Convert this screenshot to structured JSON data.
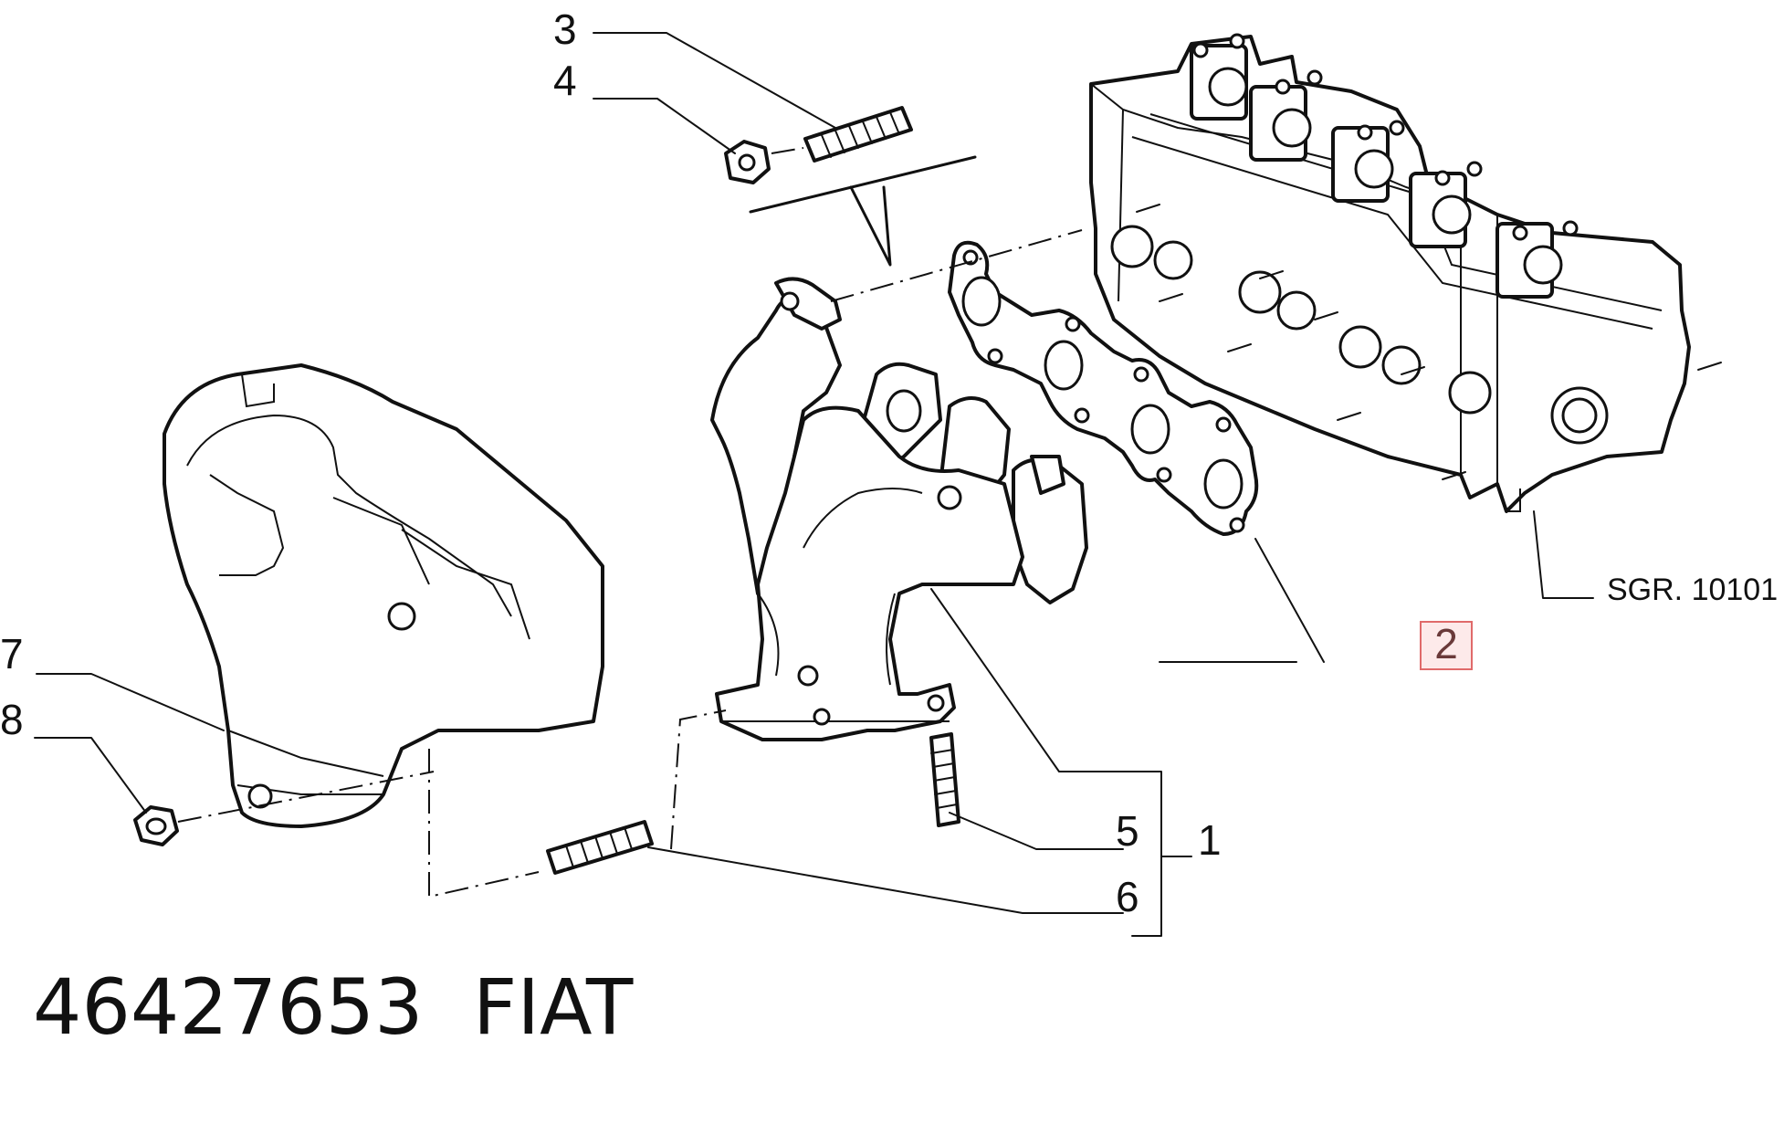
{
  "callouts": {
    "c1": "1",
    "c2": "2",
    "c3": "3",
    "c4": "4",
    "c5": "5",
    "c6": "6",
    "c7": "7",
    "c8": "8"
  },
  "reference": "SGR. 10101",
  "footer": {
    "part_number": "46427653",
    "brand": "FIAT"
  },
  "colors": {
    "highlight_fill": "#fdeaea",
    "highlight_stroke": "#e06a6a",
    "highlight_text": "#6a3a3a",
    "line": "#111111"
  }
}
